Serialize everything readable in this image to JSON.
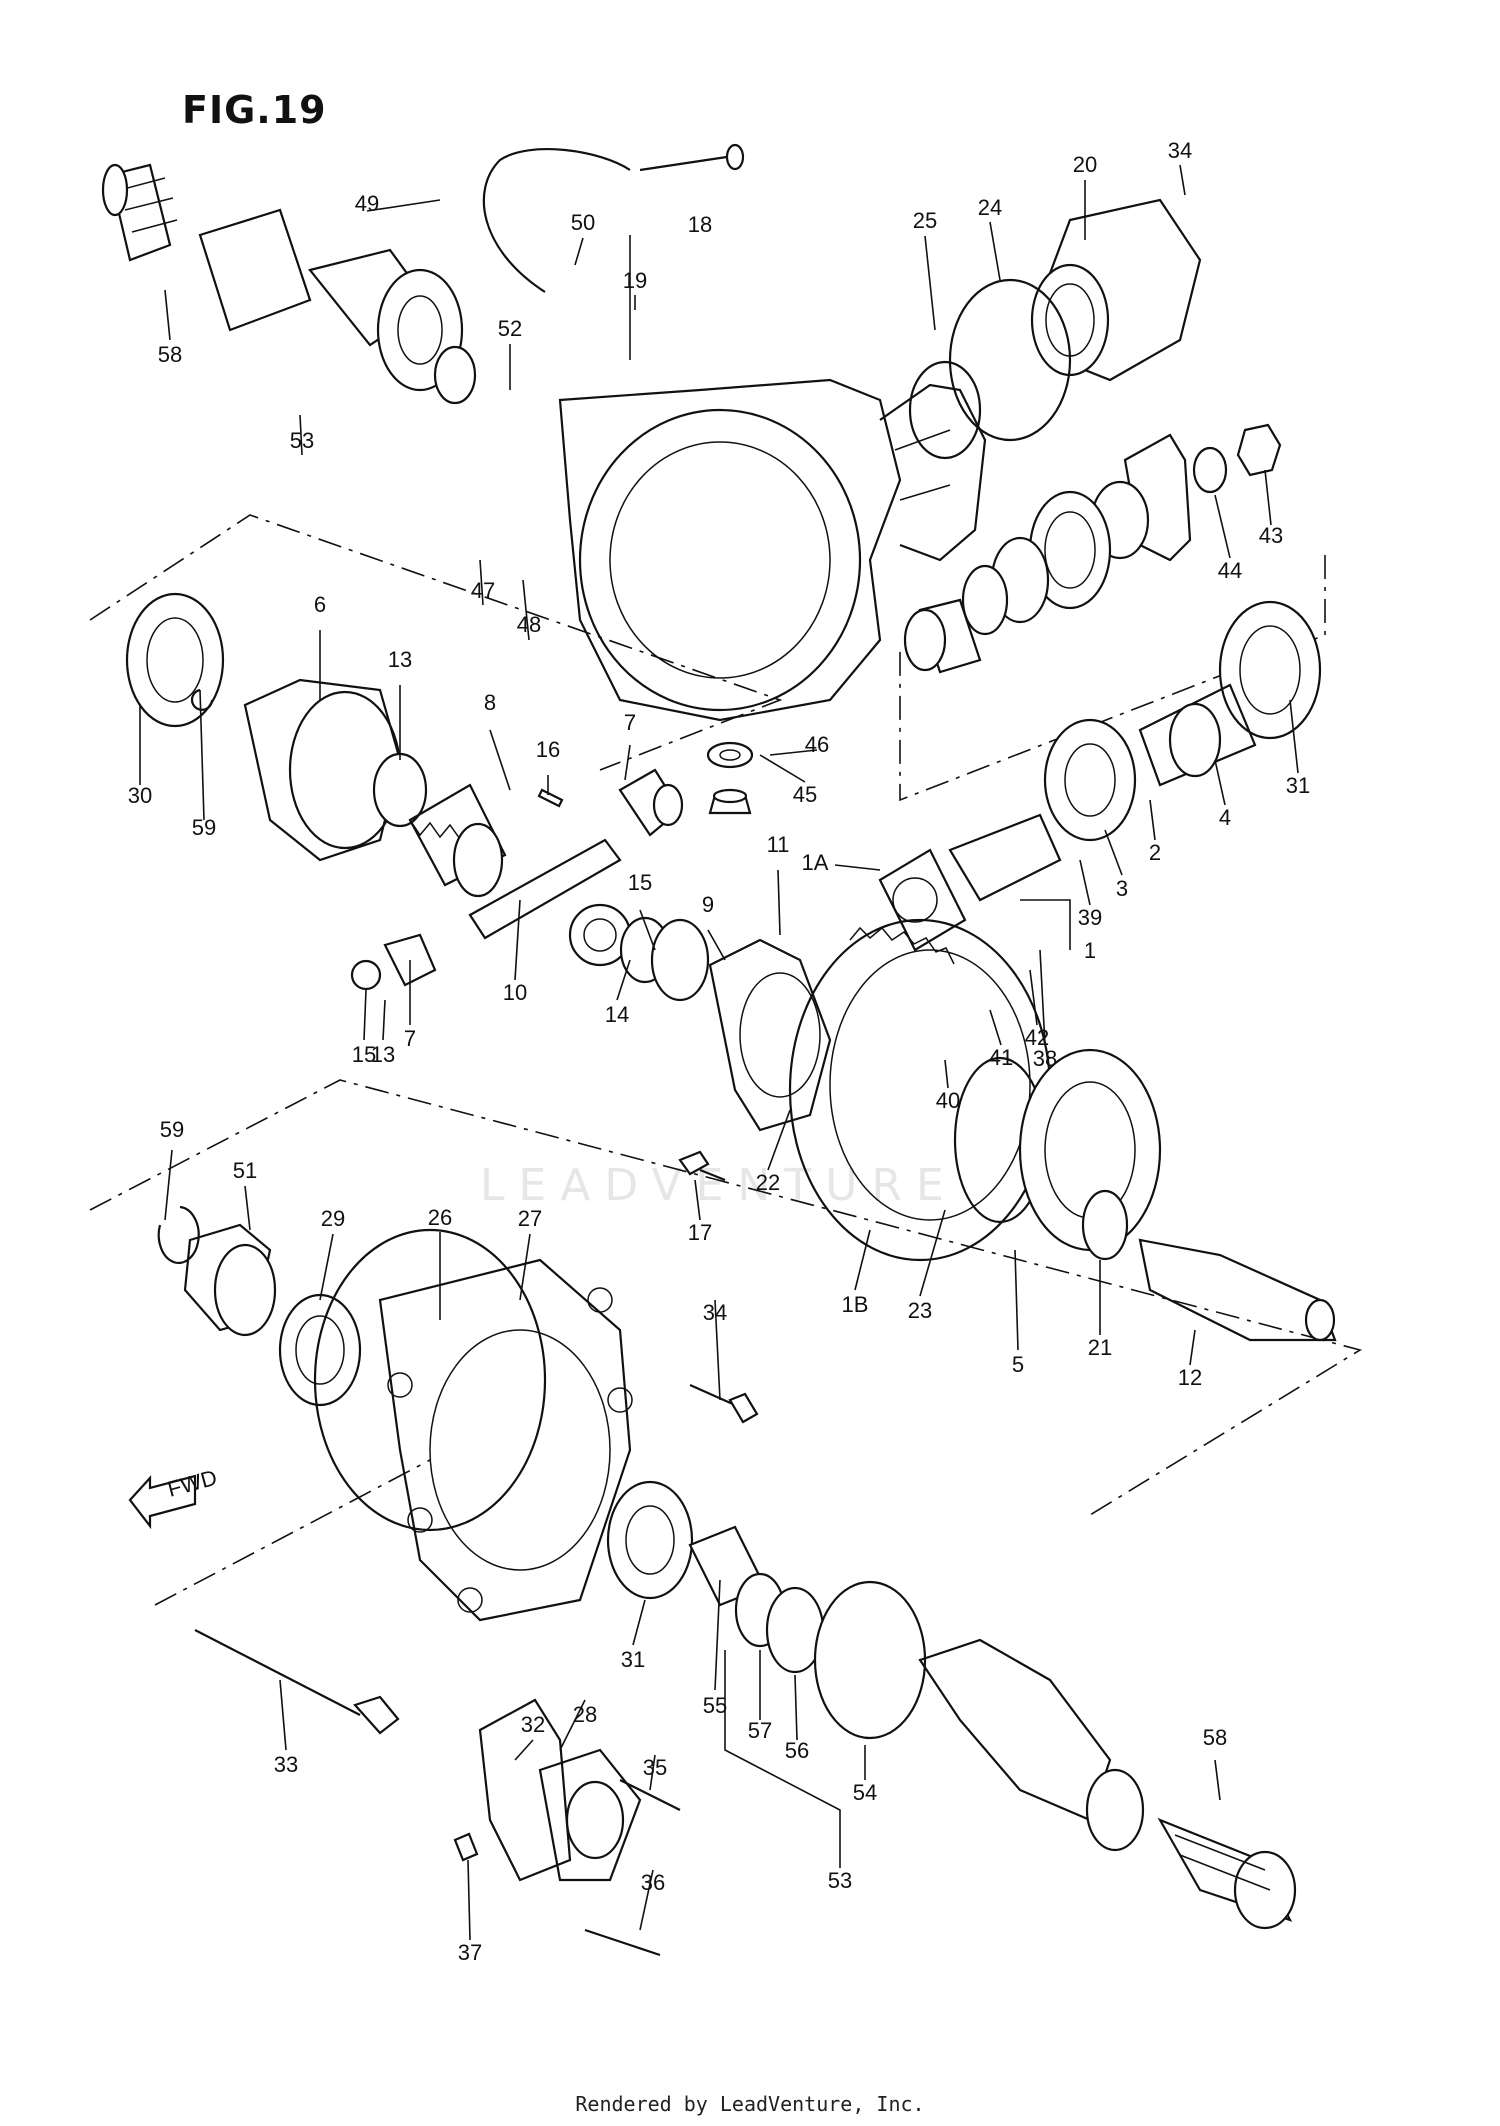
{
  "figure": {
    "title": "FIG.19",
    "fwd_label": "FWD",
    "watermark": "LEADVENTURE",
    "footer": "Rendered by LeadVenture, Inc."
  },
  "callouts": [
    "1",
    "1A",
    "1B",
    "2",
    "3",
    "4",
    "5",
    "6",
    "7",
    "7",
    "8",
    "9",
    "10",
    "11",
    "12",
    "13",
    "13",
    "14",
    "15",
    "15",
    "16",
    "17",
    "18",
    "19",
    "20",
    "21",
    "22",
    "23",
    "24",
    "25",
    "26",
    "27",
    "28",
    "29",
    "30",
    "31",
    "31",
    "32",
    "33",
    "34",
    "34",
    "35",
    "36",
    "37",
    "38",
    "39",
    "40",
    "41",
    "42",
    "43",
    "44",
    "45",
    "46",
    "47",
    "48",
    "49",
    "50",
    "51",
    "52",
    "53",
    "53",
    "54",
    "55",
    "56",
    "57",
    "58",
    "58",
    "59",
    "59"
  ]
}
